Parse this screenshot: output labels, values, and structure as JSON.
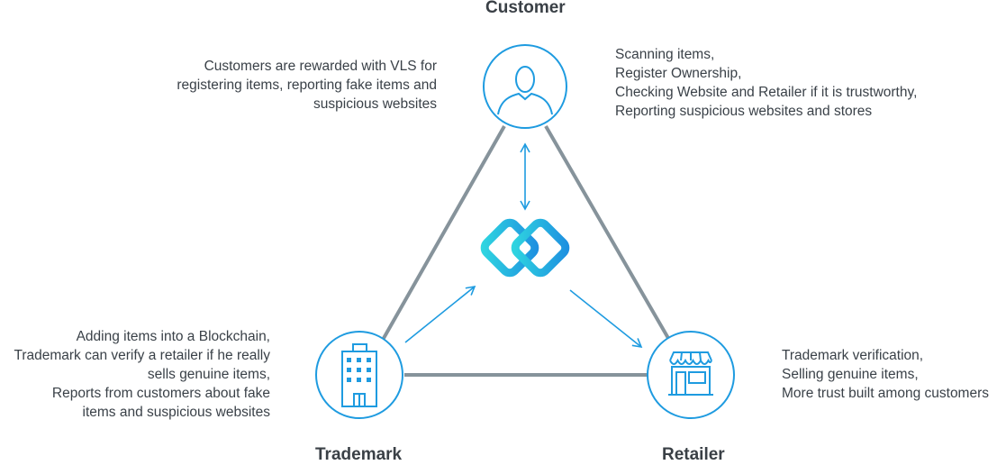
{
  "nodes": {
    "customer": {
      "title": "Customer",
      "benefit_lines": [
        "Customers are rewarded with VLS for",
        "registering items, reporting fake items and",
        "suspicious websites"
      ],
      "action_lines": [
        "Scanning items,",
        "Register Ownership,",
        "Checking Website and Retailer if it is trustworthy,",
        "Reporting suspicious websites and stores"
      ]
    },
    "trademark": {
      "title": "Trademark",
      "lines": [
        "Adding items into a Blockchain,",
        "Trademark can verify a retailer if he really",
        "sells genuine items,",
        "Reports from customers about fake",
        "items and suspicious websites"
      ]
    },
    "retailer": {
      "title": "Retailer",
      "lines": [
        "Trademark verification,",
        "Selling genuine items,",
        "More trust built among customers"
      ]
    }
  },
  "colors": {
    "accent": "#1e9be0",
    "accent_light": "#2fd1e0",
    "triangle_edge": "#86939b",
    "text": "#3a4148"
  },
  "icons": {
    "customer": "person-icon",
    "trademark": "office-building-icon",
    "retailer": "storefront-icon",
    "center": "blockchain-link-icon"
  }
}
